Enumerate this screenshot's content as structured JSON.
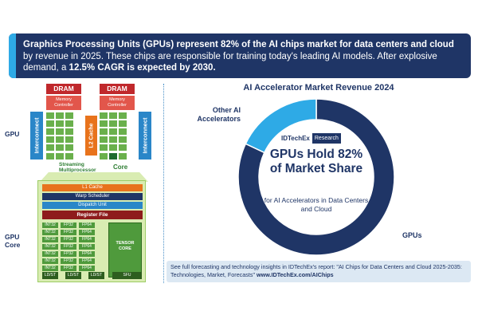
{
  "banner": {
    "part1": "Graphics Processing Units (GPUs) represent 82% of the AI chips market for data centers and cloud",
    "part2": " by revenue in 2025. These chips are responsible for training today's leading AI models. After explosive demand, a ",
    "part3": "12.5% CAGR is expected by 2030."
  },
  "diagram": {
    "gpu_label": "GPU",
    "gpu_core_label": "GPU Core",
    "dram_label": "DRAM",
    "memory_controller_label": "Memory Controller",
    "interconnect_label": "Interconnect",
    "l2_cache_label": "L2 Cache",
    "streaming_mp_label": "Streaming Multiprocessor",
    "core_label": "Core",
    "l1_cache_label": "L1 Cache",
    "warp_scheduler_label": "Warp Scheduler",
    "dispatch_unit_label": "Dispatch Unit",
    "register_file_label": "Register File",
    "alu_columns": [
      "INT32",
      "FP32",
      "FP64"
    ],
    "tensor_core_label": "TENSOR CORE",
    "bottom_units": [
      "LD/ST",
      "LD/ST",
      "LD/ST",
      "SFU"
    ]
  },
  "chart_data": {
    "type": "pie",
    "title": "AI Accelerator Market Revenue 2024",
    "slices": [
      {
        "name": "GPUs",
        "value": 82,
        "color": "#1f3566"
      },
      {
        "name": "Other AI Accelerators",
        "value": 18,
        "color": "#2eaae6"
      }
    ]
  },
  "center": {
    "brand_name": "IDTechEx",
    "brand_tag": "Research",
    "headline": "GPUs Hold 82% of Market Share",
    "subline": "for AI Accelerators in Data Centers and Cloud"
  },
  "footer": {
    "text": "See full forecasting and technology insights in IDTechEx's report: \"AI Chips for Data Centers and Cloud 2025-2035: Technologies, Market, Forecasts\"",
    "link": "www.IDTechEx.com/AIChips"
  },
  "colors": {
    "navy": "#1f3566",
    "cyan": "#2eaae6",
    "green": "#6ab04c",
    "orange": "#e8731c",
    "red": "#c0282c"
  }
}
